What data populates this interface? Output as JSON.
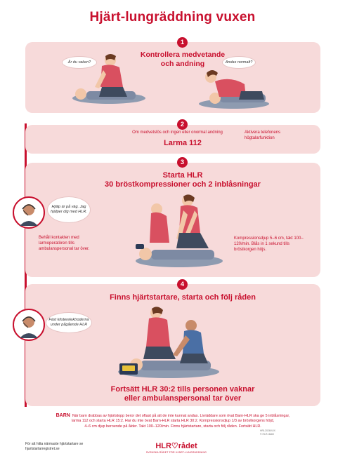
{
  "title": "Hjärt-lungräddning vuxen",
  "steps": [
    {
      "number": "1",
      "heading_line1": "Kontrollera medvetande",
      "heading_line2": "och andning",
      "bubble_left": "Är du vaken?",
      "bubble_right": "Andas normalt?"
    },
    {
      "number": "2",
      "text_left": "Om medvetslös och ingen eller onormal andning",
      "heading": "Larma 112",
      "text_right": "Aktivera telefonens högtalarfunktion"
    },
    {
      "number": "3",
      "heading_line1": "Starta HLR",
      "heading_line2": "30 bröstkompressioner och 2 inblåsningar",
      "bubble": "Hjälp är på väg. Jag hjälper dig med HLR.",
      "text_left": "Behåll kontakten med larmoperatören tills ambulanspersonal tar över.",
      "text_right": "Kompressionsdjup 5–6 cm, takt 100–120/min. Blås in 1 sekund tills bröstkorgen höjs."
    },
    {
      "number": "4",
      "heading": "Finns hjärtstartare, starta och följ råden",
      "bubble": "Fäst klisterelektroderna under pågående HLR",
      "footer_line1": "Fortsätt HLR 30:2 tills personen vaknar",
      "footer_line2": "eller ambulanspersonal tar över"
    }
  ],
  "barn": {
    "label": "BARN",
    "line1": "När barn drabbas av hjärtstopp beror det oftast på att de inte kunnat andas. Livräddare som övat Barn-HLR ska ge 5 inblåsningar,",
    "line2": "larma 112 och starta HLR 15:2. Har du inte övat Barn-HLR starta HLR 30:2. Kompressionsdjup 1/3 av bröstkorgens höjd,",
    "line3": "4–6 cm djup beroende på ålder. Takt 100–120/min. Finns hjärtstartare, starta och följ råden. Fortsätt HLR."
  },
  "footer": {
    "left_line1": "För att hitta närmaste hjärtstartare se",
    "left_line2": "hjartstartarregistret.se",
    "logo_text": "HLR♡rådet",
    "logo_sub": "SVENSKA RÅDET FÖR HJÄRT-LUNGRÄDDNING",
    "right_line1": "HRL2026VUX",
    "right_line2": "© HLR-rådet"
  },
  "colors": {
    "accent": "#c8102e",
    "panel": "#f7dada"
  }
}
